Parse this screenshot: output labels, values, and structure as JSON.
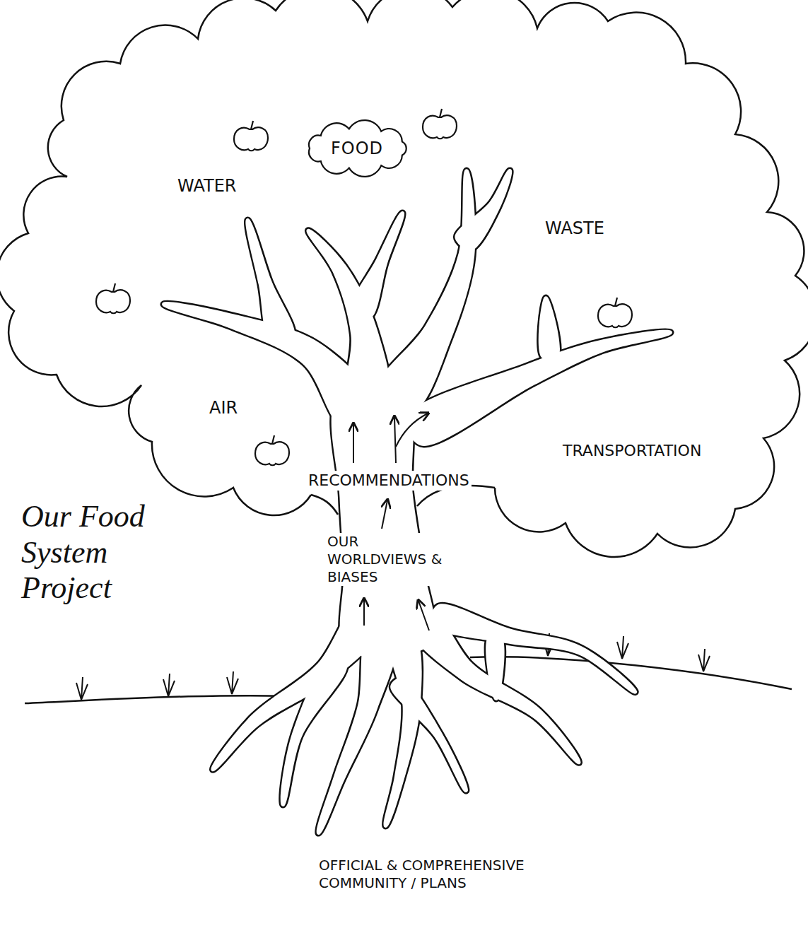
{
  "diagram": {
    "title": "Our Food System Project",
    "nodes": [
      {
        "text": [
          "FOOD"
        ]
      }
    ],
    "labels": [
      "WATER",
      "WASTE",
      "AIR",
      "TRANSPORTATION",
      "RECOMMENDATIONS",
      "OUR WORLDVIEWS & BIASES",
      "OFFICIAL & COMPREHENSIVE COMMUNITY / PLANS"
    ]
  }
}
